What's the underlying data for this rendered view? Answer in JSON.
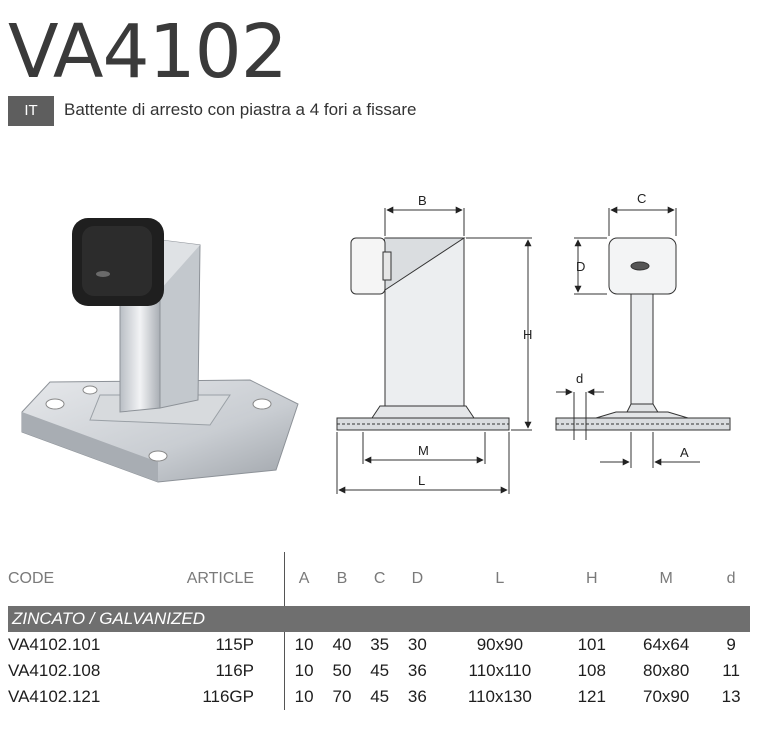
{
  "header": {
    "title": "VA4102",
    "lang_tag": "IT",
    "subtitle": "Battente di arresto con piastra a 4 fori a fissare"
  },
  "drawing_labels": {
    "B": "B",
    "C": "C",
    "D": "D",
    "H": "H",
    "M": "M",
    "L": "L",
    "d": "d",
    "A": "A"
  },
  "table": {
    "headers": [
      "CODE",
      "ARTICLE",
      "A",
      "B",
      "C",
      "D",
      "L",
      "H",
      "M",
      "d"
    ],
    "group": "ZINCATO / GALVANIZED",
    "rows": [
      [
        "VA4102.101",
        "115P",
        "10",
        "40",
        "35",
        "30",
        "90x90",
        "101",
        "64x64",
        "9"
      ],
      [
        "VA4102.108",
        "116P",
        "10",
        "50",
        "45",
        "36",
        "110x110",
        "108",
        "80x80",
        "11"
      ],
      [
        "VA4102.121",
        "116GP",
        "10",
        "70",
        "45",
        "36",
        "110x130",
        "121",
        "70x90",
        "13"
      ]
    ]
  },
  "colors": {
    "group_bar": "#6f6f6f",
    "tag_bg": "#5e5e5e"
  }
}
